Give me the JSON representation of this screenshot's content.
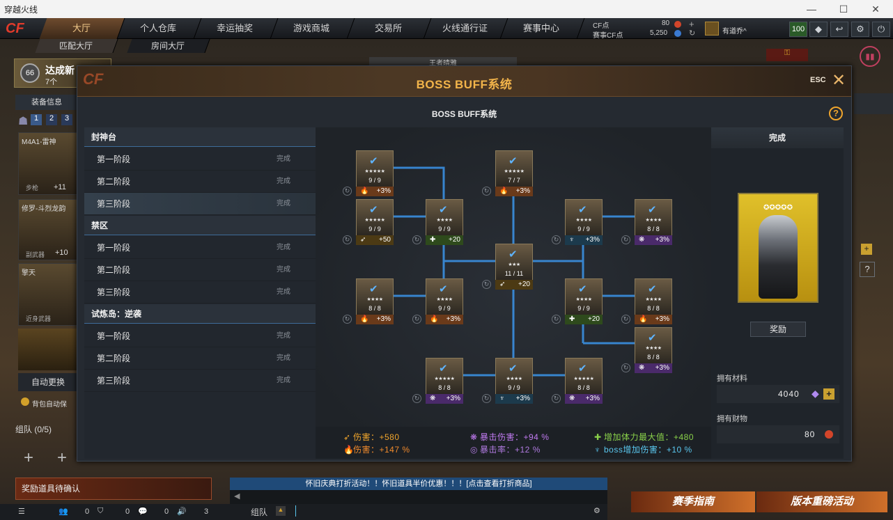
{
  "window": {
    "title": "穿越火线",
    "minimize": "—",
    "maximize": "☐",
    "close": "✕"
  },
  "topnav": {
    "logo": "CF",
    "tabs": [
      "大厅",
      "个人仓库",
      "幸运抽奖",
      "游戏商城",
      "交易所",
      "火线通行证",
      "赛事中心"
    ],
    "cf_label": "CF点",
    "cf_value": "80",
    "match_label": "赛事CF点",
    "match_value": "5,250",
    "user": "有道乔^",
    "level": "100"
  },
  "subtabs": [
    "匹配大厅",
    "房间大厅"
  ],
  "background": {
    "achievement": "达成新",
    "achievement_count": "7个",
    "achievement_level": "66",
    "equip_label": "装备信息",
    "slots": [
      "1",
      "2",
      "3"
    ],
    "weapons": [
      {
        "name": "M4A1-雷神",
        "type": "步枪",
        "val": "+11"
      },
      {
        "name": "修罗-斗烈龙韵",
        "type": "副武器",
        "val": "+10"
      },
      {
        "name": "擎天",
        "type": "近身武器",
        "val": ""
      }
    ],
    "auto_replace": "自动更换",
    "backpack": "背包自动保",
    "team": "组队 (0/5)",
    "reward_confirm": "奖励道具待确认",
    "ticker": "怀旧庆典打折活动！！怀旧道具半价优惠！！！[点击查看打折商品]",
    "team_btn": "组队",
    "season_guide": "赛季指南",
    "version_event": "版本重磅活动",
    "bottom_counts": [
      "0",
      "0",
      "0",
      "3"
    ],
    "kingstone": "王者晴雅"
  },
  "dialog": {
    "title": "BOSS BUFF系统",
    "esc": "ESC",
    "close": "✕",
    "subtitle": "BOSS BUFF系统",
    "help": "?",
    "groups": [
      {
        "name": "封神台",
        "stages": [
          {
            "label": "第一阶段",
            "status": "完成"
          },
          {
            "label": "第二阶段",
            "status": "完成"
          },
          {
            "label": "第三阶段",
            "status": "完成"
          }
        ]
      },
      {
        "name": "禁区",
        "stages": [
          {
            "label": "第一阶段",
            "status": "完成"
          },
          {
            "label": "第二阶段",
            "status": "完成"
          },
          {
            "label": "第三阶段",
            "status": "完成"
          }
        ]
      },
      {
        "name": "试炼岛：逆袭",
        "stages": [
          {
            "label": "第一阶段",
            "status": "完成"
          },
          {
            "label": "第二阶段",
            "status": "完成"
          },
          {
            "label": "第三阶段",
            "status": "完成"
          }
        ]
      }
    ],
    "nodes": [
      {
        "count": "9 / 9",
        "stars": "★★★★★",
        "bonus": "+3%",
        "kind": "dmg"
      },
      {
        "count": "7 / 7",
        "stars": "★★★★★",
        "bonus": "+3%",
        "kind": "dmg"
      },
      {
        "count": "9 / 9",
        "stars": "★★★★★",
        "bonus": "+50",
        "kind": "atk"
      },
      {
        "count": "9 / 9",
        "stars": "★★★★",
        "bonus": "+20",
        "kind": "hp"
      },
      {
        "count": "9 / 9",
        "stars": "★★★★",
        "bonus": "+3%",
        "kind": "boss"
      },
      {
        "count": "8 / 8",
        "stars": "★★★★",
        "bonus": "+3%",
        "kind": "crit"
      },
      {
        "count": "11 / 11",
        "stars": "★★★",
        "bonus": "+20",
        "kind": "atk"
      },
      {
        "count": "8 / 8",
        "stars": "★★★★",
        "bonus": "+3%",
        "kind": "dmg"
      },
      {
        "count": "9 / 9",
        "stars": "★★★★",
        "bonus": "+3%",
        "kind": "dmg"
      },
      {
        "count": "9 / 9",
        "stars": "★★★★",
        "bonus": "+20",
        "kind": "hp"
      },
      {
        "count": "8 / 8",
        "stars": "★★★★",
        "bonus": "+3%",
        "kind": "dmg"
      },
      {
        "count": "8 / 8",
        "stars": "★★★★",
        "bonus": "+3%",
        "kind": "crit"
      },
      {
        "count": "8 / 8",
        "stars": "★★★★★",
        "bonus": "+3%",
        "kind": "crit"
      },
      {
        "count": "9 / 9",
        "stars": "★★★★",
        "bonus": "+3%",
        "kind": "boss"
      },
      {
        "count": "8 / 8",
        "stars": "★★★★★",
        "bonus": "+3%",
        "kind": "crit"
      }
    ],
    "summary": [
      {
        "label": "伤害：+580",
        "kind": "atk",
        "color": "#f0a52c"
      },
      {
        "label": "伤害：+147 %",
        "kind": "dmg",
        "color": "#f08a2c"
      },
      {
        "label": "暴击伤害：+94 %",
        "kind": "crit",
        "color": "#c07af0"
      },
      {
        "label": "暴击率：+12 %",
        "kind": "crit",
        "color": "#b07ae0"
      },
      {
        "label": "增加体力最大值：+480",
        "kind": "hp",
        "color": "#8ad24a"
      },
      {
        "label": "boss增加伤害：+10 %",
        "kind": "boss",
        "color": "#5ac8f0"
      }
    ],
    "right": {
      "status": "完成",
      "card_stars": "✪✪✪✪✪",
      "reward_btn": "奖励",
      "materials_label": "拥有材料",
      "materials_value": "4040",
      "wealth_label": "拥有财物",
      "wealth_value": "80"
    }
  }
}
